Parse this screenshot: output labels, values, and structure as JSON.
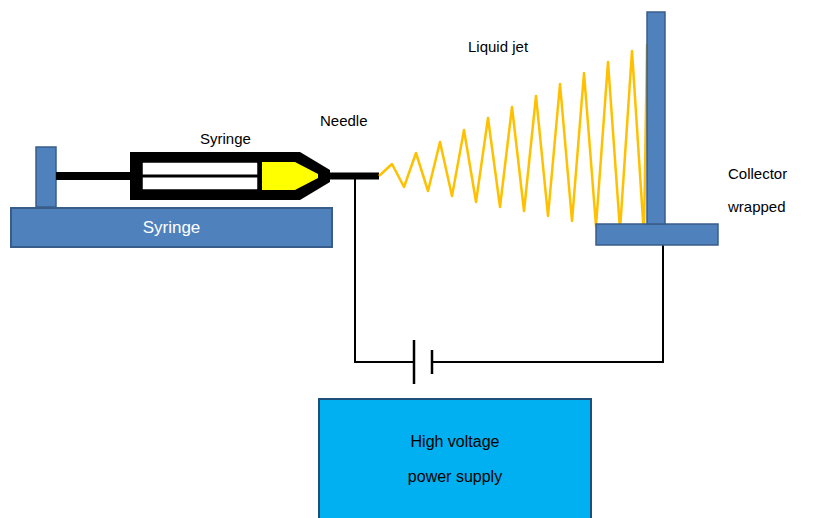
{
  "diagram": {
    "nodes": [
      {
        "text": [
          "Syringe"
        ]
      },
      {
        "text": [
          "High voltage power supply"
        ]
      }
    ],
    "labels": [
      "Syringe",
      "Needle",
      "Liquid jet",
      "Collector wrapped"
    ]
  }
}
